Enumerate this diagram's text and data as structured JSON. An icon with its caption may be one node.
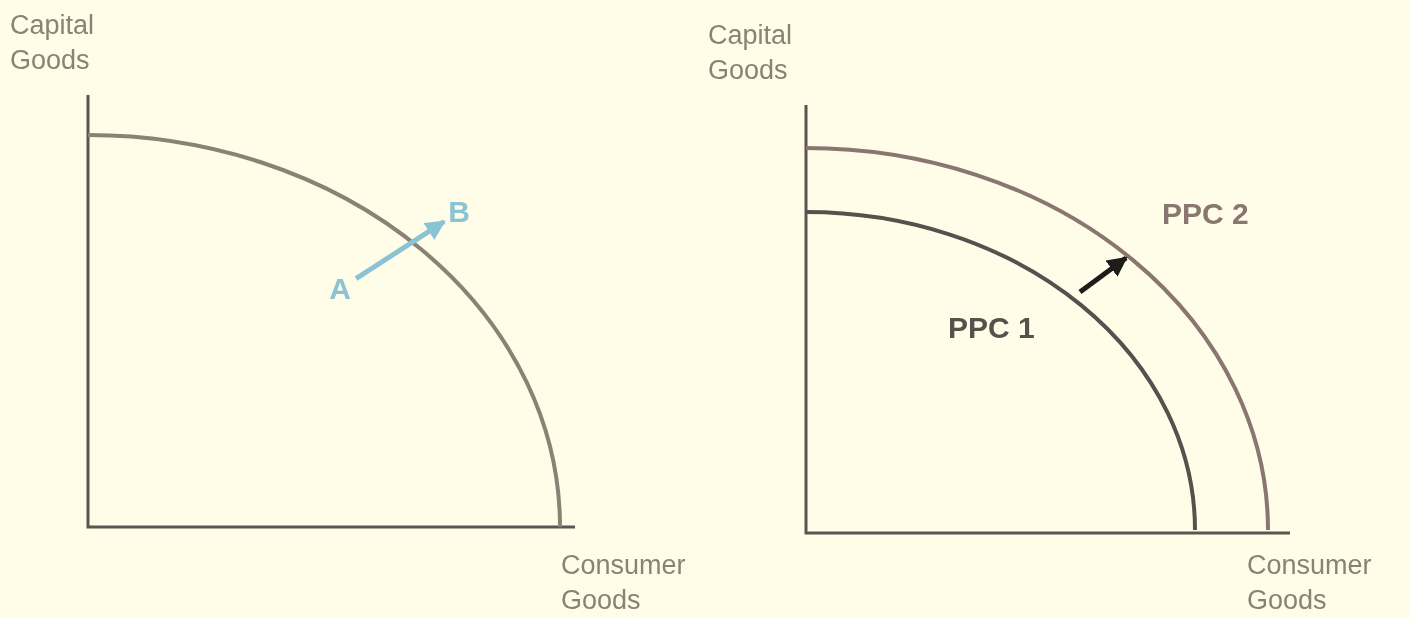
{
  "diagram": {
    "nodes": [
      {
        "text": [
          "A"
        ]
      },
      {
        "text": [
          "B"
        ]
      }
    ],
    "edges": [
      {
        "from": 0,
        "to": 1,
        "arrow": "to",
        "color": "#8cc3d4"
      }
    ],
    "labels": [
      "Capital Goods",
      "Consumer Goods",
      "Capital Goods",
      "PPC 2",
      "PPC 1",
      "Consumer Goods"
    ]
  }
}
